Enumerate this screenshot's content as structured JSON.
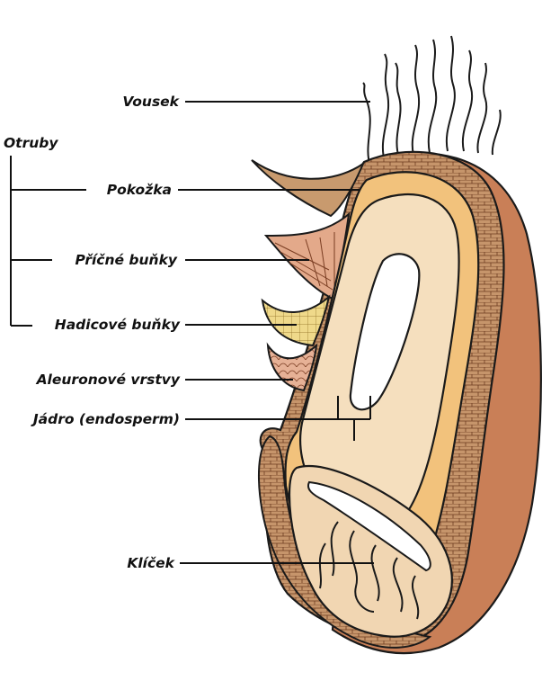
{
  "labels": {
    "vousek": "Vousek",
    "otruby": "Otruby",
    "pokozka": "Pokožka",
    "pricne": "Příčné buňky",
    "hadicove": "Hadicové buňky",
    "aleuron": "Aleuronové vrstvy",
    "jadro": "Jádro (endosperm)",
    "klicek": "Klíček"
  },
  "colors": {
    "outer_brown": "#c97f57",
    "husk": "#c89a6e",
    "cross_cells": "#e3a98a",
    "tube_cells": "#efd98a",
    "aleurone": "#f2c27c",
    "endosperm": "#f5dfbe",
    "germ": "#f1d6b2",
    "line": "#1a1a1a"
  }
}
